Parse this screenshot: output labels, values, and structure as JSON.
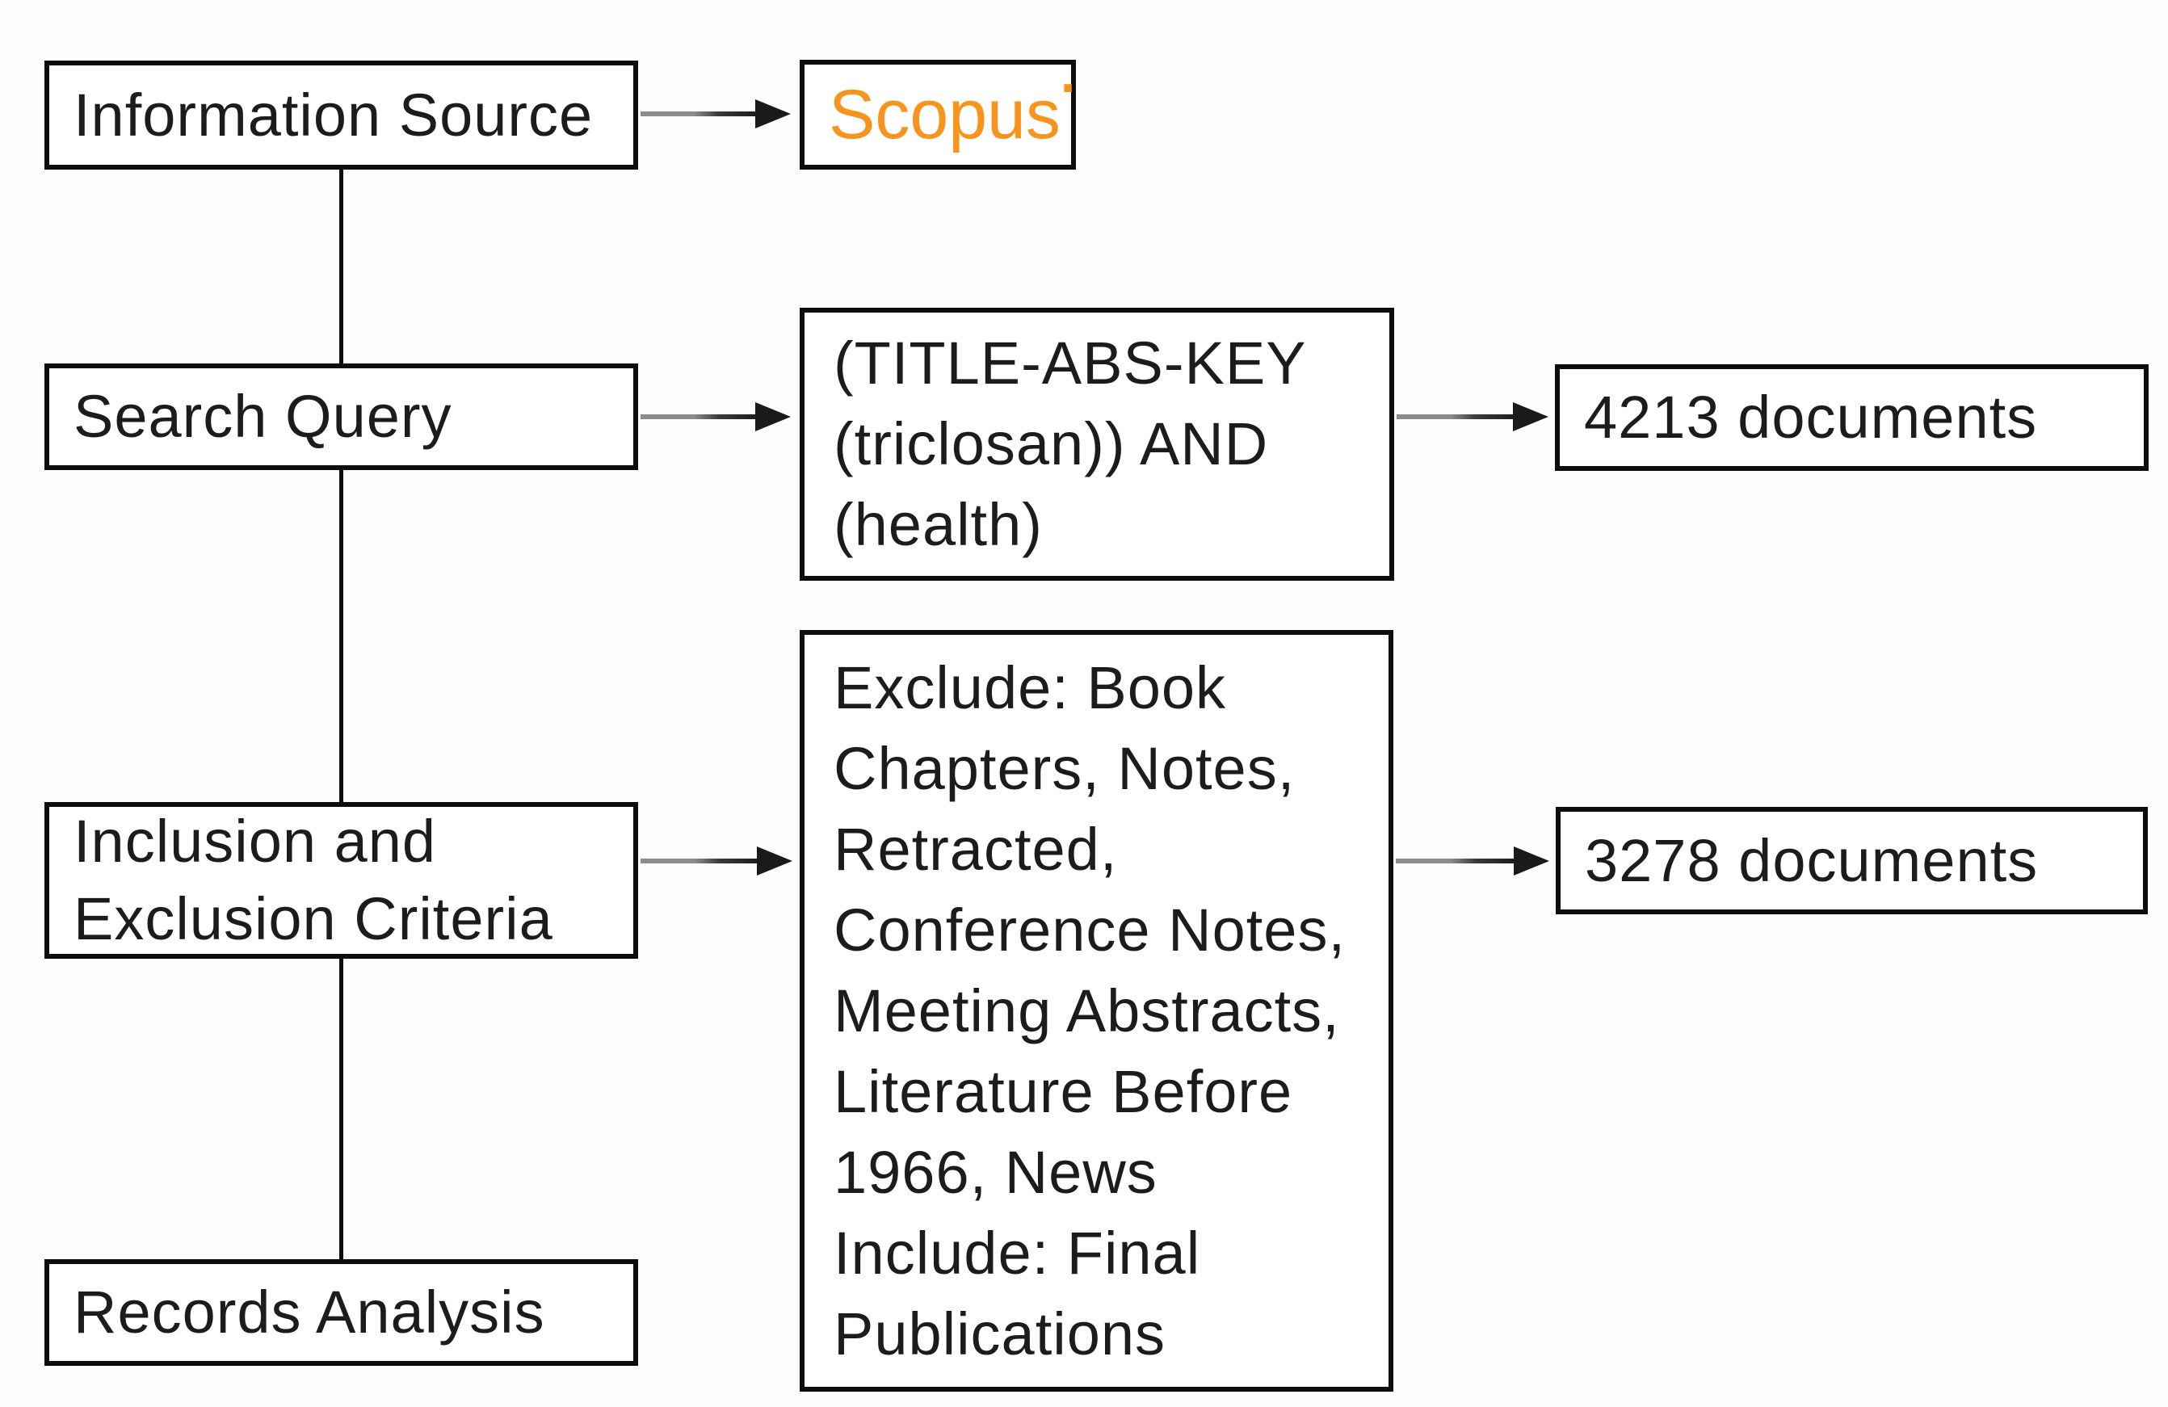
{
  "flow": {
    "stages": [
      {
        "label": "Information Source"
      },
      {
        "label": "Search Query"
      },
      {
        "label": "Inclusion and Exclusion Criteria"
      },
      {
        "label": "Records Analysis"
      }
    ],
    "source_logo": {
      "text": "Scopus",
      "mark": "·"
    },
    "query_box": {
      "lines": [
        "(TITLE-ABS-KEY",
        "(triclosan)) AND",
        "(health)"
      ]
    },
    "criteria_box": {
      "lines": [
        "Exclude: Book",
        "Chapters, Notes,",
        "Retracted,",
        "Conference Notes,",
        "Meeting Abstracts,",
        "Literature Before",
        "1966, News",
        "Include: Final",
        "Publications"
      ]
    },
    "results": [
      {
        "label": "4213 documents"
      },
      {
        "label": "3278 documents"
      }
    ],
    "colors": {
      "border": "#0d0d0d",
      "text": "#1c1c1c",
      "arrow_line": "#8c8c8c",
      "arrow_head": "#1a1a1a",
      "scopus_orange": "#F7941D"
    }
  }
}
